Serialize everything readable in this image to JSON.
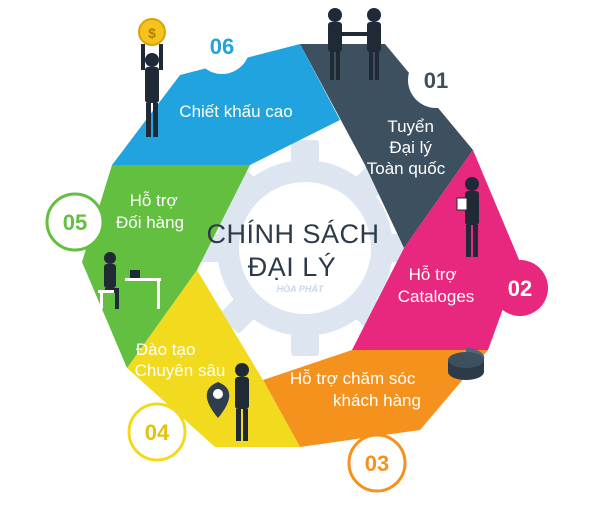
{
  "center": {
    "title_line1": "CHÍNH SÁCH",
    "title_line2": "ĐẠI LÝ",
    "watermark": "HÒA PHÁT"
  },
  "segments": [
    {
      "number": "01",
      "lines": [
        "Tuyển",
        "Đại lý",
        "Toàn quốc"
      ],
      "color": "#3d5060"
    },
    {
      "number": "02",
      "lines": [
        "Hỗ trợ",
        "Cataloges"
      ],
      "color": "#e8287e"
    },
    {
      "number": "03",
      "lines": [
        "Hỗ trợ chăm sóc",
        "khách hàng"
      ],
      "color": "#f5921e"
    },
    {
      "number": "04",
      "lines": [
        "Đào tạo",
        "Chuyên sâu"
      ],
      "color": "#f2da1f"
    },
    {
      "number": "05",
      "lines": [
        "Hỗ trợ",
        "Đối hàng"
      ],
      "color": "#63bf3f"
    },
    {
      "number": "06",
      "lines": [
        "Chiết khấu cao"
      ],
      "color": "#21a3e0"
    }
  ],
  "icons": {
    "gear": "gear-icon",
    "handshake": "handshake-people-icon",
    "reader": "person-reading-icon",
    "pie": "pie-chart-icon",
    "location": "location-pin-person-icon",
    "desk": "person-at-desk-icon",
    "coin": "person-holding-coin-icon"
  }
}
